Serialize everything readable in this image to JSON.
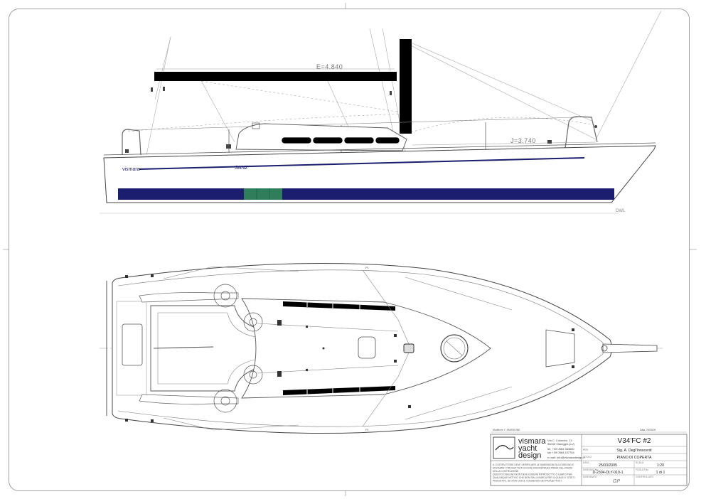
{
  "drawing": {
    "profile": {
      "boom_dimension": "E=4.840",
      "jib_dimension": "J=3.740",
      "hull_brand": "vismara",
      "waterline_label": "DWL"
    },
    "deck": {
      "winch_labels": [
        "P1",
        "P1"
      ]
    }
  },
  "title_block": {
    "revision_row": "Modifiche   1° EMISSIONE",
    "revision_date": "Data: 25/03/05",
    "company": {
      "name_lines": [
        "vismara",
        "yacht",
        "design"
      ],
      "address_lines": [
        "Via C. Colombo, 13",
        "55049 Viareggio (LU)",
        "tel. +39 0584 384680",
        "fax  +39 0584 437764",
        "e-mail: info@vismaradesign.it"
      ]
    },
    "disclaimer_lines": [
      "IL COSTRUTTORE DEVE VERIFICARE LE DIMENSIONI SUL DISEGNO E",
      "AVVISARE I PROGETTISTI DI OGNI DISCREPANZA PRIMA DELL'INIZIO",
      "DELLA COSTRUZIONE.",
      "QUESTO DISEGNO NON DEVE ESSERE RIPRODOTTO O USATO PER",
      "QUALUNQUE MOTIVO CHE NON SIA LA BARCA PER IL QUALE E' STATO",
      "PRODOTTO, SE NON CON IL CONSENSO DEI PROGETTISTI."
    ],
    "project": "V34'FC #2",
    "client": "Sig. A. Degl'Innocenti",
    "drawing_title": "PIANO DI COPERTA",
    "labels": {
      "client": "PER",
      "title": "TITOLO",
      "date": "DATA",
      "scale": "SCALA",
      "drawing_no": "DISEGNO No",
      "sheet": "FOGLIO No",
      "drawn": "DISEGNATO",
      "checked": "CONTROLLATO"
    },
    "date": "25/03/2005",
    "scale": "1:20",
    "drawing_no": "D-2304-DLY-010-1",
    "sheet": "1 di 1",
    "signature": "GP"
  },
  "colors": {
    "hull_stripe": "#1b1e6e",
    "boot_patch": "#2f7d5a",
    "spar": "#000000",
    "line": "#444444",
    "light_line": "#999999"
  }
}
